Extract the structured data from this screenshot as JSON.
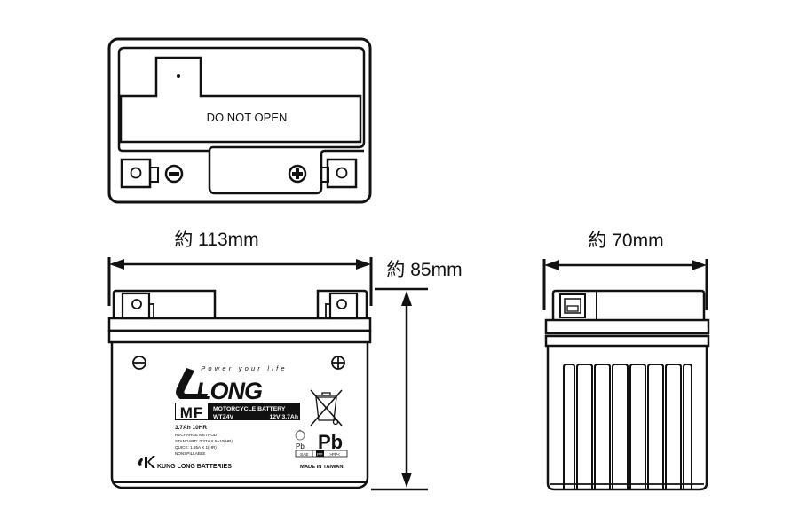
{
  "top_view": {
    "warning_text": "DO NOT OPEN",
    "negative_symbol": "−",
    "positive_symbol": "+"
  },
  "dimensions": {
    "width": "約 113mm",
    "height": "約 85mm",
    "depth": "約 70mm"
  },
  "front_label": {
    "tagline": "Power your life",
    "brand": "LONG",
    "mf_badge": "MF",
    "product_type": "MOTORCYCLE BATTERY",
    "model": "WTZ4V",
    "rating": "12V 3.7Ah",
    "capacity": "3.7Ah 10HR",
    "recharge_title": "RECHARGE METHOD",
    "recharge_standard": "STANDARD: 0.37A X 5~10(HR)",
    "recharge_quick": "QUICK: 1.85A X 1(HR)",
    "nonspillable": "NONSPILLABLE",
    "manufacturer": "KUNG LONG BATTERIES",
    "origin": "MADE IN TAIWAN",
    "pb_large": "Pb",
    "pb_small": "Pb",
    "codes": [
      "SAE",
      "PP",
      ">PP<"
    ]
  }
}
